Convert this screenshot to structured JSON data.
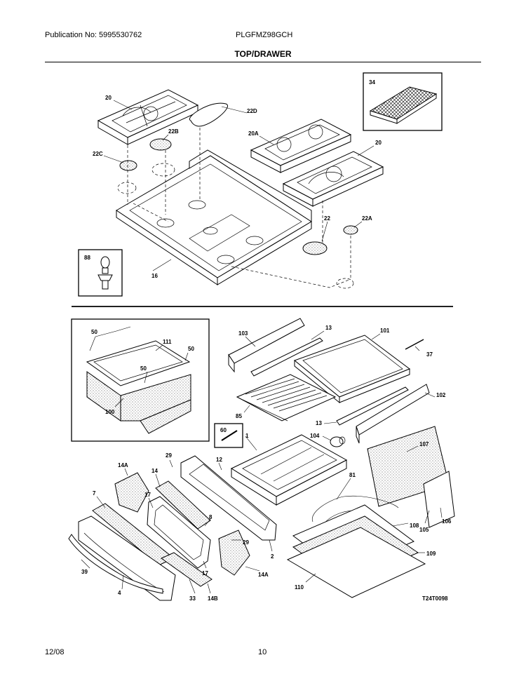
{
  "header": {
    "publication": "Publication No: 5995530762",
    "model": "PLGFMZ98GCH",
    "title": "TOP/DRAWER"
  },
  "footer": {
    "date": "12/08",
    "page": "10",
    "drawing_code": "T24T0098"
  },
  "callouts": {
    "p20a": "20",
    "p22d": "22D",
    "p22b": "22B",
    "p20A": "20A",
    "p20b": "20",
    "p22c": "22C",
    "p22": "22",
    "p22a": "22A",
    "p16": "16",
    "p88": "88",
    "p34": "34",
    "p50a": "50",
    "p111": "111",
    "p50b": "50",
    "p50c": "50",
    "p100": "100",
    "p103": "103",
    "p13a": "13",
    "p101": "101",
    "p37": "37",
    "p85": "85",
    "p102": "102",
    "p13b": "13",
    "p60": "60",
    "p1": "1",
    "p104": "104",
    "p107": "107",
    "p14A": "14A",
    "p29a": "29",
    "p12": "12",
    "p14": "14",
    "p81": "81",
    "p7": "7",
    "p17a": "17",
    "p8": "8",
    "p108": "108",
    "p105": "105",
    "p106": "106",
    "p29b": "29",
    "p2": "2",
    "p109": "109",
    "p39": "39",
    "p17b": "17",
    "p14A2": "14A",
    "p4": "4",
    "p33": "33",
    "p14B": "14B",
    "p110": "110"
  }
}
